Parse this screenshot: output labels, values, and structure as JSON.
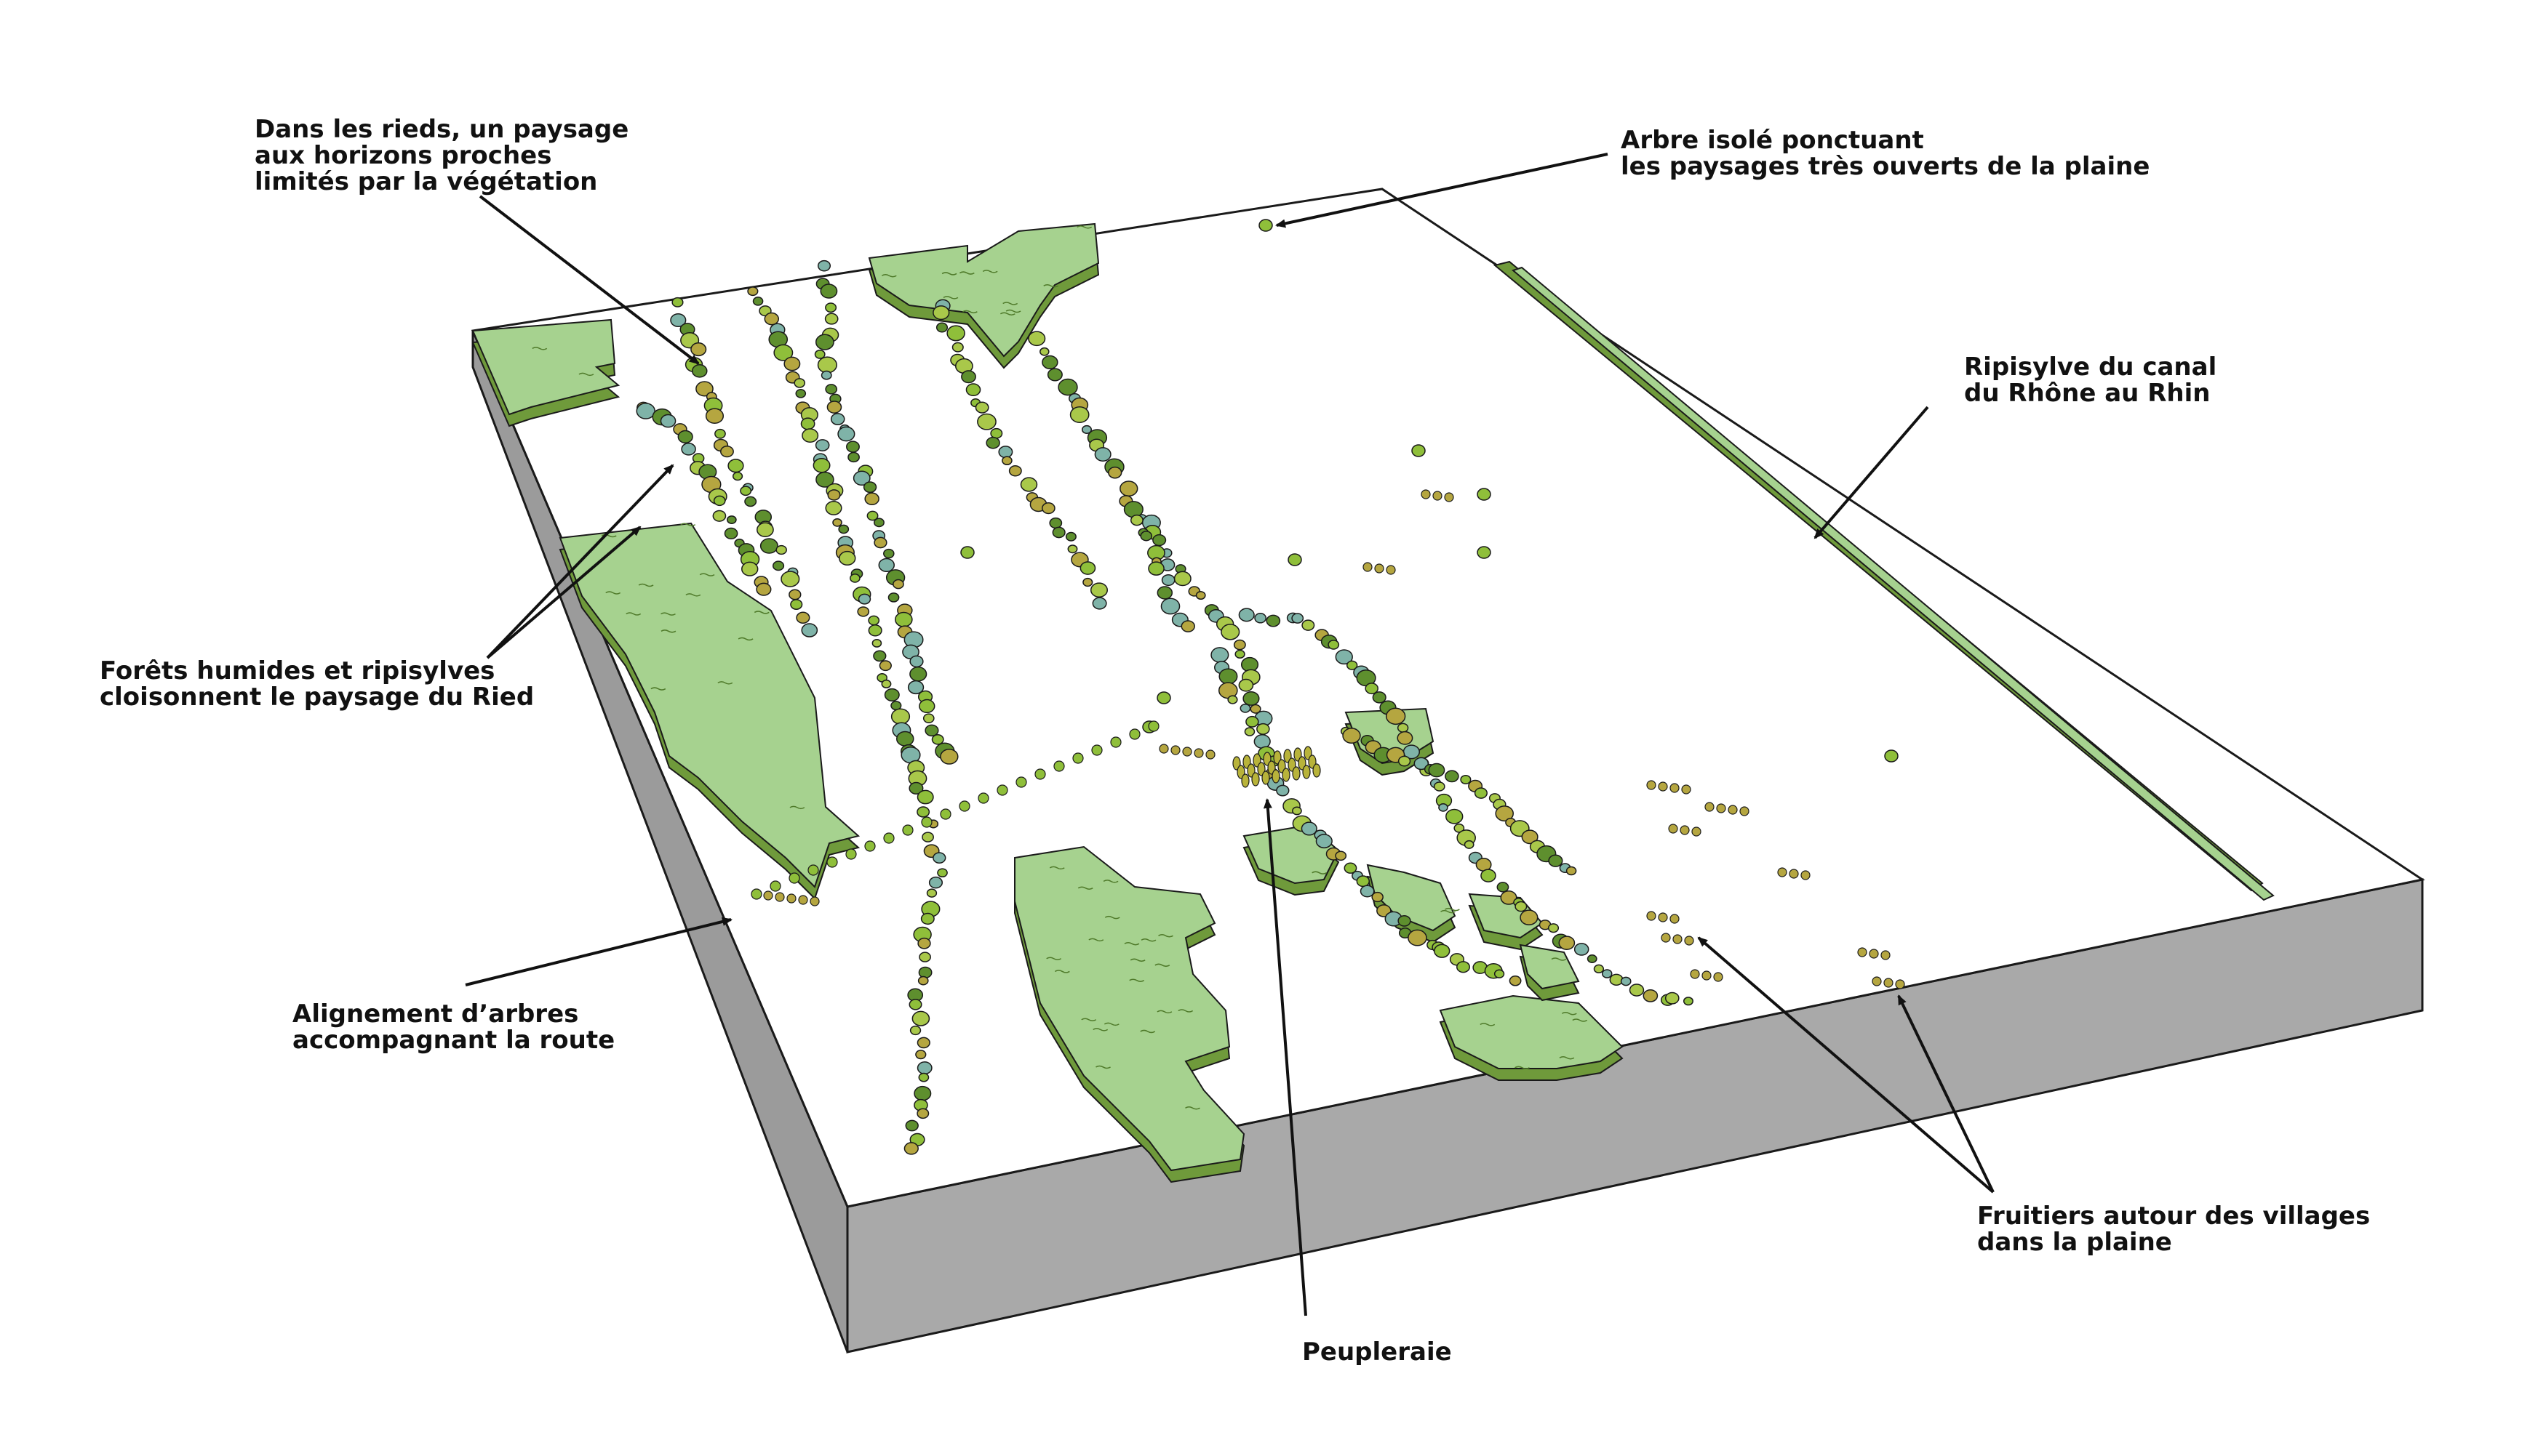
{
  "labels": {
    "rieds": [
      "Dans les rieds, un paysage",
      "aux horizons proches",
      "limités par la végétation"
    ],
    "arbre_isole": [
      "Arbre isolé ponctuant",
      "les paysages très ouverts de la plaine"
    ],
    "ripisylve_canal": [
      "Ripisylve du canal",
      "du Rhône au Rhin"
    ],
    "forets": [
      "Forêts humides et ripisylves",
      "cloisonnent le paysage du Ried"
    ],
    "alignement": [
      "Alignement d’arbres",
      "accompagnant la route"
    ],
    "peupleraie": [
      "Peupleraie"
    ],
    "fruitiers": [
      "Fruitiers autour des villages",
      "dans la plaine"
    ]
  },
  "colors": {
    "forest_top": "#a6d28f",
    "forest_side": "#6f9a3b",
    "tree_green": "#8fbf3a",
    "tree_olive": "#b5a640",
    "tree_teal": "#7fb3a8",
    "block_side": "#9b9b9b",
    "block_front": "#a9a9a9",
    "outline": "#1a1a1a"
  }
}
